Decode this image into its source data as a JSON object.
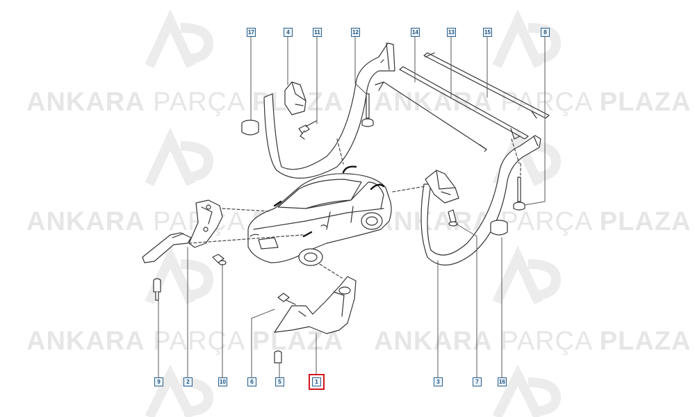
{
  "watermark": {
    "brand_bold_1": "ANKARA",
    "brand_light": "PARÇA",
    "brand_bold_2": "PLAZA"
  },
  "callouts": [
    {
      "id": "17",
      "label": "17"
    },
    {
      "id": "4",
      "label": "4"
    },
    {
      "id": "11",
      "label": "11"
    },
    {
      "id": "12",
      "label": "12"
    },
    {
      "id": "14",
      "label": "14"
    },
    {
      "id": "13",
      "label": "13"
    },
    {
      "id": "15",
      "label": "15"
    },
    {
      "id": "8",
      "label": "8"
    },
    {
      "id": "9",
      "label": "9"
    },
    {
      "id": "2",
      "label": "2"
    },
    {
      "id": "10",
      "label": "10"
    },
    {
      "id": "6",
      "label": "6"
    },
    {
      "id": "5",
      "label": "5"
    },
    {
      "id": "1",
      "label": "1",
      "highlighted": true
    },
    {
      "id": "3",
      "label": "3"
    },
    {
      "id": "7",
      "label": "7"
    },
    {
      "id": "16",
      "label": "16"
    }
  ],
  "colors": {
    "line": "#333333",
    "callout_border": "#2a5d8a",
    "callout_fill": "#eaf3fb",
    "highlight": "#d0141c",
    "watermark": "#e6e6e6"
  }
}
